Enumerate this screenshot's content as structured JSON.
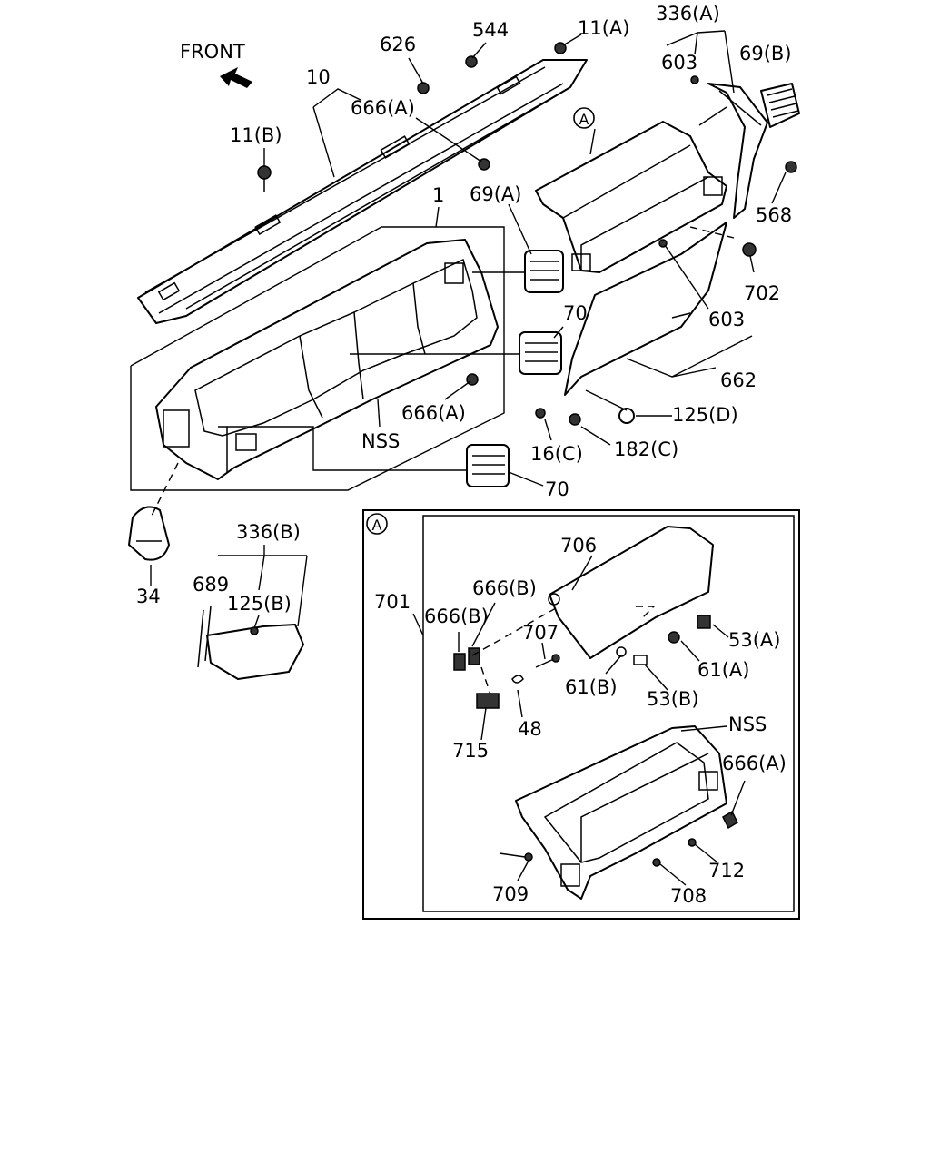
{
  "diagram": {
    "front_label": "FRONT",
    "callout_symbol": "A",
    "labels": {
      "p10": "10",
      "p626": "626",
      "p544": "544",
      "p11a": "11(A)",
      "p336a": "336(A)",
      "p603_top": "603",
      "p69b": "69(B)",
      "p666a_top": "666(A)",
      "p11b": "11(B)",
      "p1": "1",
      "p69a": "69(A)",
      "p568": "568",
      "p702": "702",
      "p603_mid": "603",
      "p70_upper": "70",
      "p662": "662",
      "p666a_mid": "666(A)",
      "p125d": "125(D)",
      "pnss_top": "NSS",
      "p16c": "16(C)",
      "p182c": "182(C)",
      "p70_lower": "70",
      "p336b": "336(B)",
      "p689": "689",
      "p125b": "125(B)",
      "p34": "34",
      "p706": "706",
      "p701": "701",
      "p666b_a": "666(B)",
      "p666b_b": "666(B)",
      "p707": "707",
      "p53a": "53(A)",
      "p61a": "61(A)",
      "p61b": "61(B)",
      "p53b": "53(B)",
      "p48": "48",
      "p715": "715",
      "pnss_bottom": "NSS",
      "p666a_bottom": "666(A)",
      "p712": "712",
      "p709": "709",
      "p708": "708"
    }
  }
}
